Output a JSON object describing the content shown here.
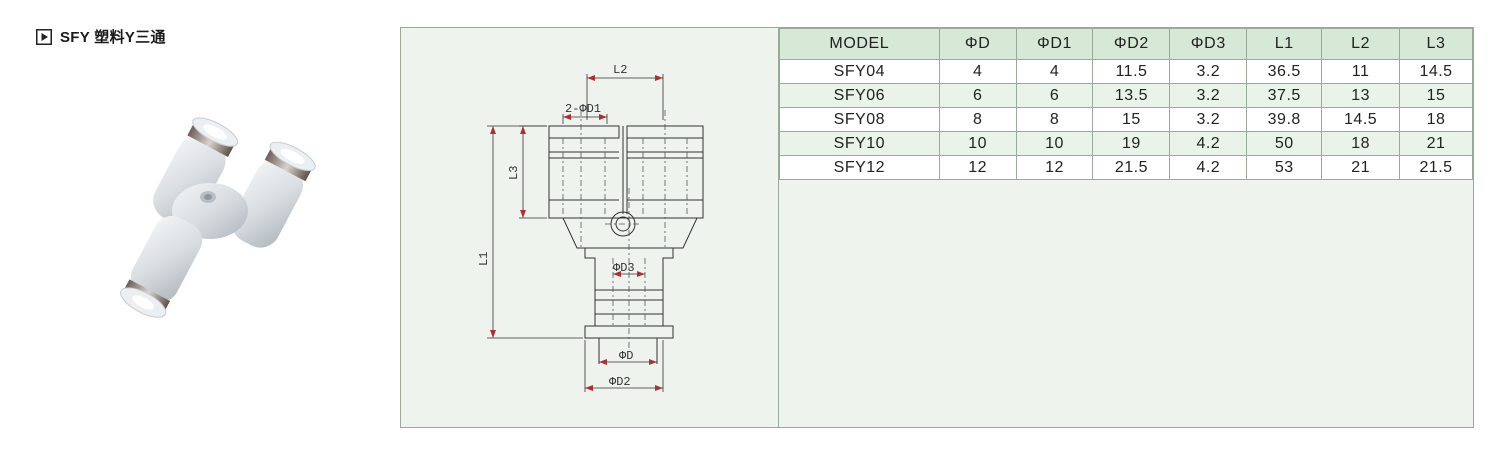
{
  "heading": {
    "title": "SFY 塑料Y三通",
    "icon": "play-icon"
  },
  "drawing": {
    "dim_labels": {
      "l2": "L2",
      "d1": "2-ΦD1",
      "l3": "L3",
      "l1": "L1",
      "d3": "ΦD3",
      "d": "ΦD",
      "d2": "ΦD2"
    }
  },
  "table": {
    "headers": [
      "MODEL",
      "ΦD",
      "ΦD1",
      "ΦD2",
      "ΦD3",
      "L1",
      "L2",
      "L3"
    ],
    "rows": [
      [
        "SFY04",
        "4",
        "4",
        "11.5",
        "3.2",
        "36.5",
        "11",
        "14.5"
      ],
      [
        "SFY06",
        "6",
        "6",
        "13.5",
        "3.2",
        "37.5",
        "13",
        "15"
      ],
      [
        "SFY08",
        "8",
        "8",
        "15",
        "3.2",
        "39.8",
        "14.5",
        "18"
      ],
      [
        "SFY10",
        "10",
        "10",
        "19",
        "4.2",
        "50",
        "18",
        "21"
      ],
      [
        "SFY12",
        "12",
        "12",
        "21.5",
        "4.2",
        "53",
        "21",
        "21.5"
      ]
    ]
  },
  "colors": {
    "panel_bg": "#eef3ee",
    "header_bg": "#d6e8d6",
    "row_alt": "#eaf3ea",
    "border": "#9aaa9a",
    "dim_red": "#b03030"
  }
}
